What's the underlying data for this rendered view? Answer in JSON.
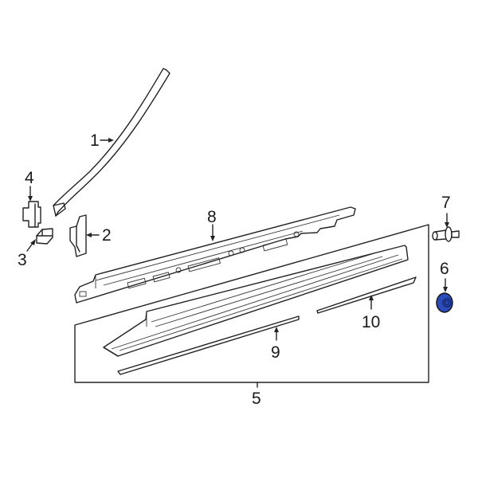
{
  "diagram": {
    "type": "exploded parts diagram",
    "highlight_color": "#2b4bb8",
    "callouts": [
      {
        "id": "1",
        "label": "1",
        "part": "weatherstrip / pillar seal"
      },
      {
        "id": "2",
        "label": "2",
        "part": "bracket"
      },
      {
        "id": "3",
        "label": "3",
        "part": "clip"
      },
      {
        "id": "4",
        "label": "4",
        "part": "clip"
      },
      {
        "id": "5",
        "label": "5",
        "part": "rocker panel molding assembly"
      },
      {
        "id": "6",
        "label": "6",
        "part": "nut (highlighted)"
      },
      {
        "id": "7",
        "label": "7",
        "part": "stud / clip"
      },
      {
        "id": "8",
        "label": "8",
        "part": "rocker reinforcement"
      },
      {
        "id": "9",
        "label": "9",
        "part": "molding strip"
      },
      {
        "id": "10",
        "label": "10",
        "part": "molding strip"
      }
    ]
  }
}
